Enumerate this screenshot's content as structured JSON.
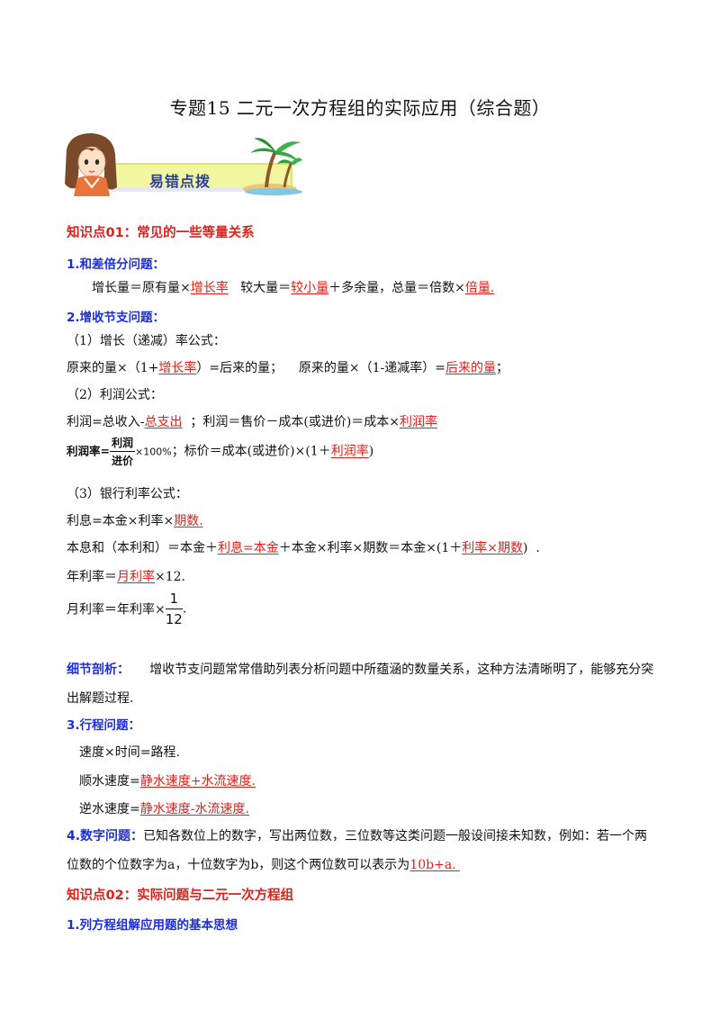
{
  "doc": {
    "title": "专题15  二元一次方程组的实际应用（综合题）",
    "banner": "易错点拨",
    "k1": {
      "heading": "知识点01：常见的一些等量关系",
      "s1": {
        "heading": "1.和差倍分问题：",
        "p1a": "增长量＝原有量×",
        "p1b": "增长率",
        "p1c": "   较大量＝",
        "p1d": "较小量",
        "p1e": "＋多余量，总量＝倍数×",
        "p1f": "倍量."
      },
      "s2": {
        "heading": "2.增收节支问题：",
        "sub1": "（1）增长（递减）率公式：",
        "r1a": "原来的量×（1+",
        "r1b": "增长率",
        "r1c": "）=后来的量；    原来的量×（1-递减率）=",
        "r1d": "后来的量",
        "r1e": "；",
        "sub2": "（2）利润公式：",
        "r2a": "利润=总收入-",
        "r2b": "总支出",
        "r2c": "  ；利润＝售价－成本(或进价)＝成本×",
        "r2d": "利润率",
        "r3_label": "利润率",
        "r3_eq": "=",
        "r3_num": "利润",
        "r3_den": "进价",
        "r3_pct": "×100%",
        "r3b": "；标价＝成本(或进价)×(1＋",
        "r3c": "利润率",
        "r3d": ")",
        "sub3": "（3）银行利率公式：",
        "r4a": "利息=本金×利率×",
        "r4b": "期数.",
        "r5a": "本息和（本利和）＝本金＋",
        "r5b": "利息",
        "r5c": "=",
        "r5d": "本金",
        "r5e": "＋本金×利率×期数＝本金×(1＋",
        "r5f": "利率×期数",
        "r5g": ")  .",
        "r6a": "年利率＝",
        "r6b": "月利率",
        "r6c": "×12.",
        "r7a": "月利率＝年利率×",
        "r7_num": "1",
        "r7_den": "12",
        "r7_end": "."
      },
      "note": {
        "label": "细节剖析：",
        "text1": "     增收节支问题常常借助列表分析问题中所蕴涵的数量关系，这种方法清晰明了，能够充分突",
        "text2": "出解题过程."
      },
      "s3": {
        "heading": "3.行程问题：",
        "l1": "速度×时间=路程.",
        "l2a": "顺水速度=",
        "l2b": "静水速度+水流速度.",
        "l3a": "逆水速度=",
        "l3b": "静水速度-水流速度."
      },
      "s4": {
        "heading": "4.数字问题：",
        "t1": "已知各数位上的数字，写出两位数，三位数等这类问题一般设间接未知数，例如：若一个两",
        "t2a": "位数的个位数字为a，十位数字为b，则这个两位数可以表示为",
        "t2b": "10b+a. "
      }
    },
    "k2": {
      "heading": "知识点02：实际问题与二元一次方程组",
      "s1": {
        "heading": "1.列方程组解应用题的基本思想"
      }
    }
  }
}
